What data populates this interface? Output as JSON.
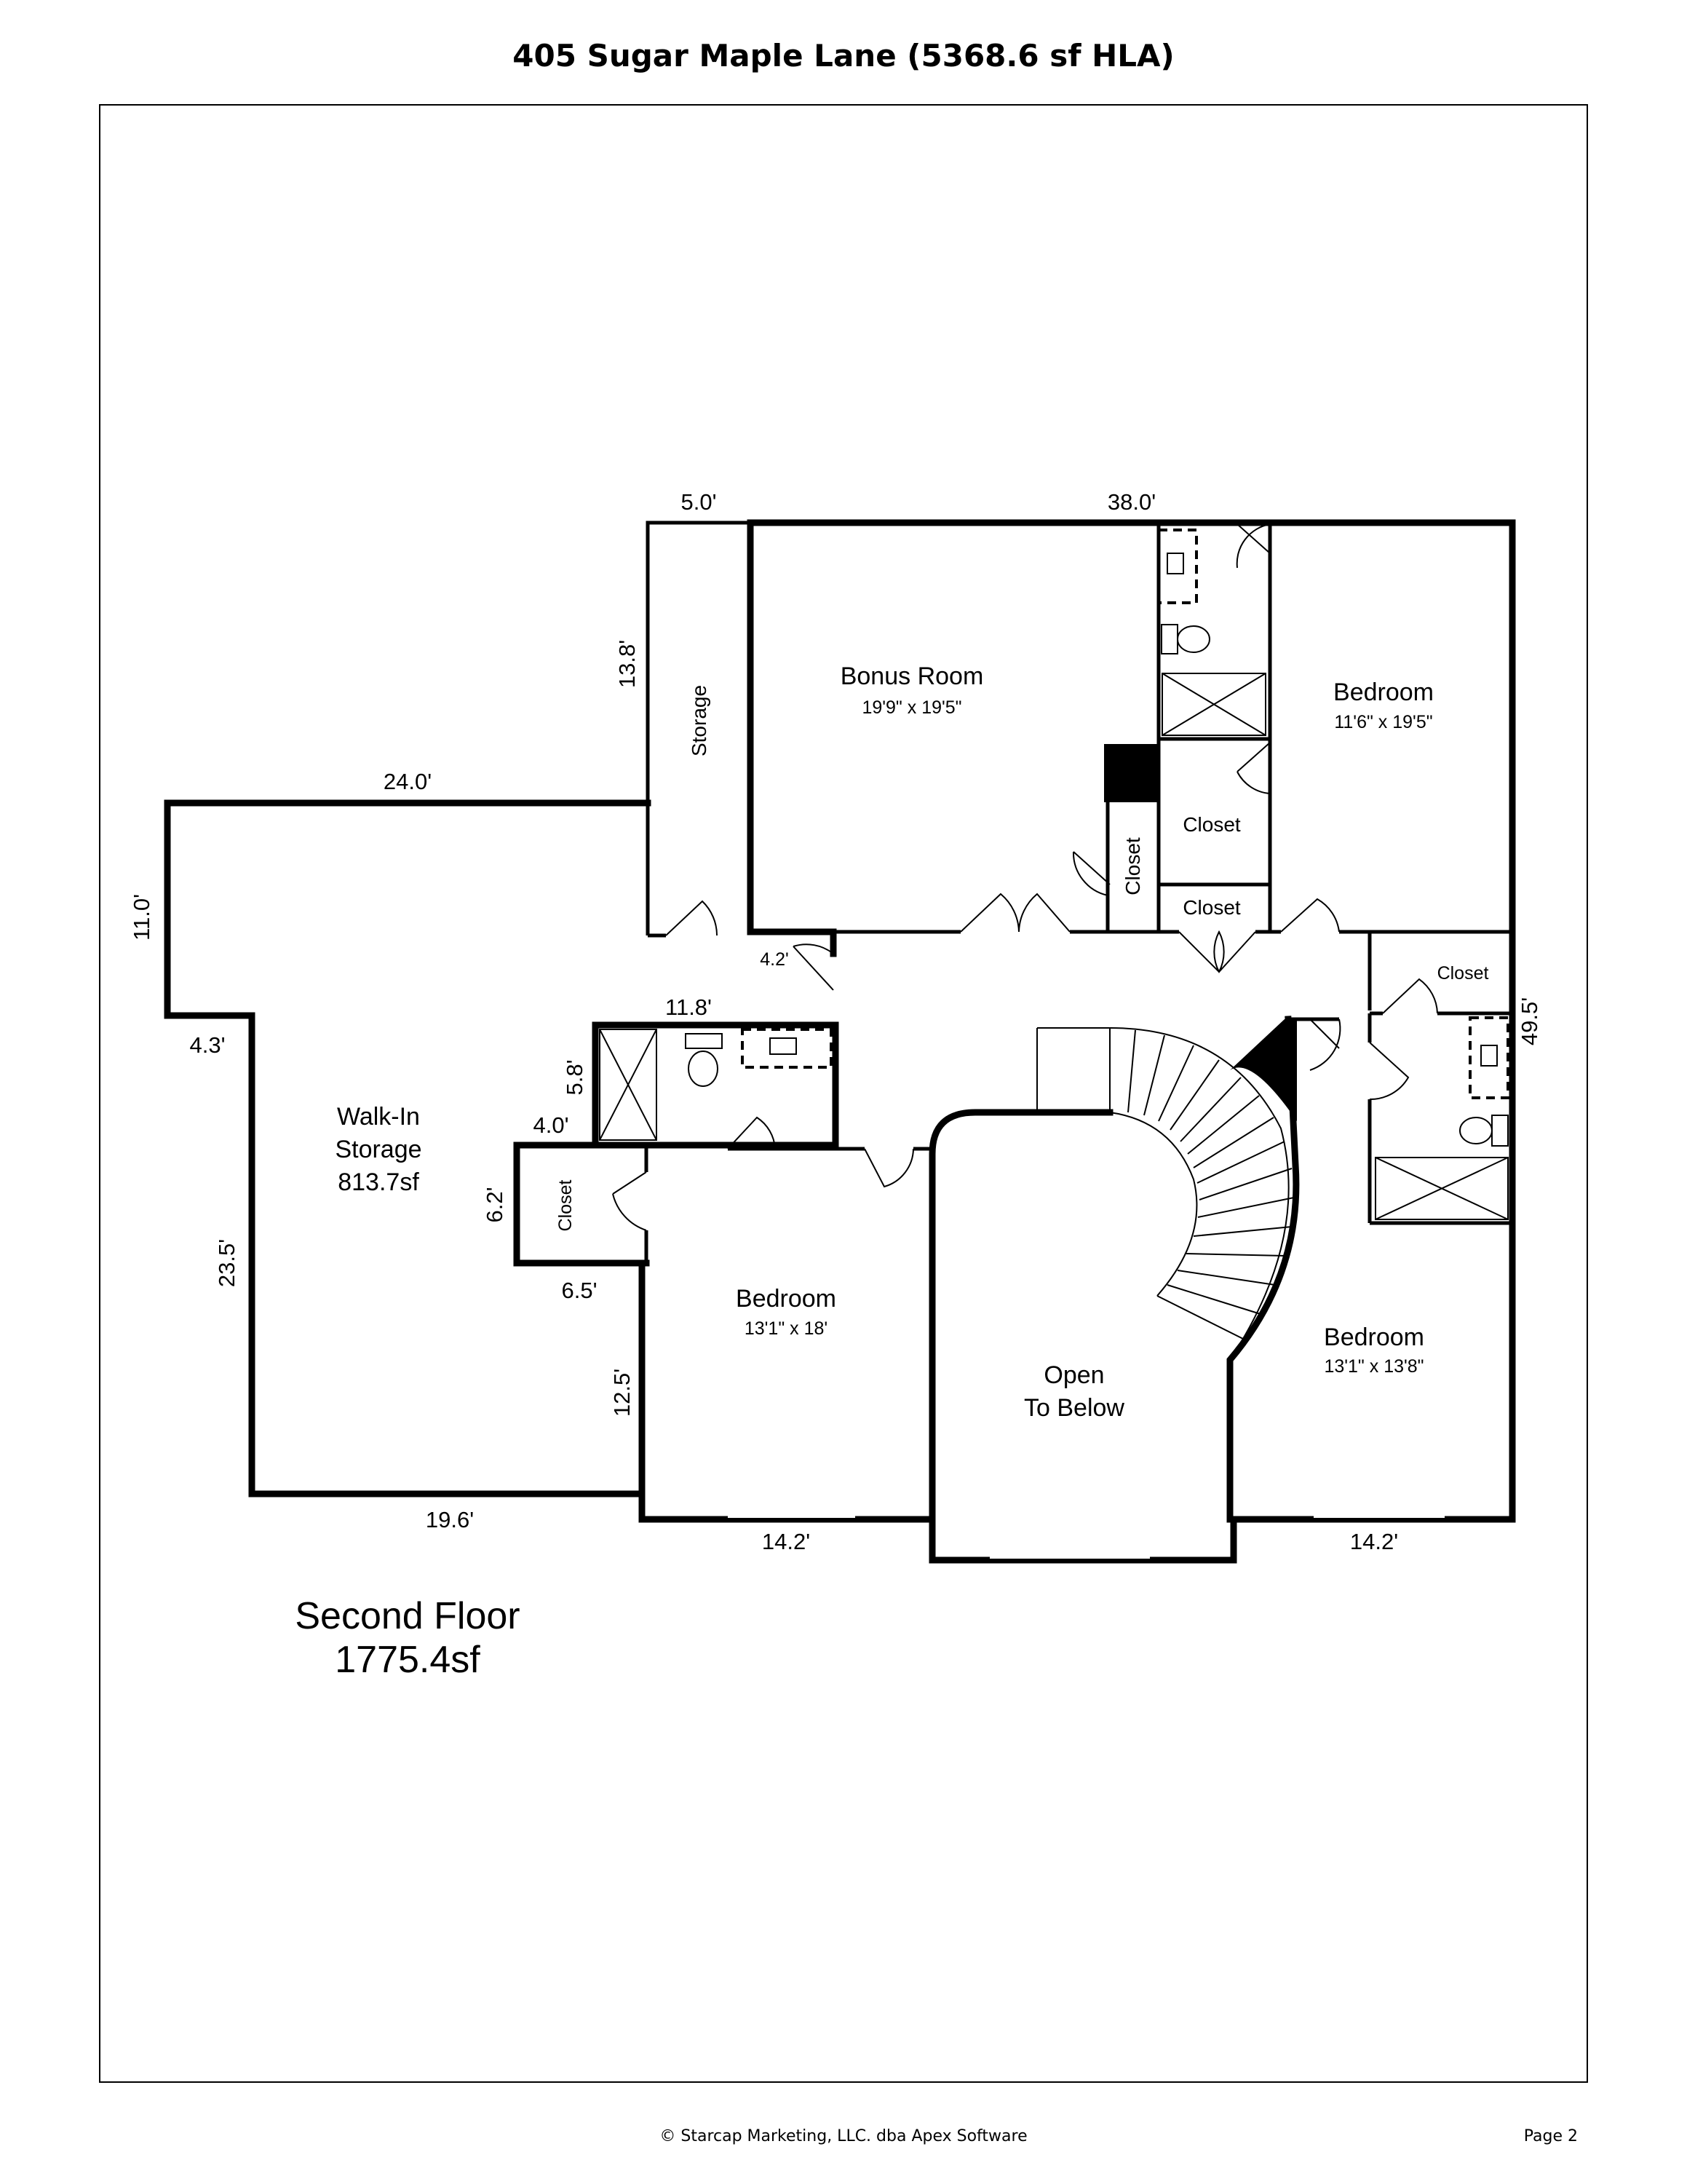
{
  "title": "405 Sugar Maple Lane (5368.6 sf HLA)",
  "floor": {
    "name": "Second Floor",
    "area": "1775.4sf"
  },
  "rooms": {
    "bonus_room": {
      "name": "Bonus Room",
      "size": "19'9\" x 19'5\""
    },
    "bedroom_ne": {
      "name": "Bedroom",
      "size": "11'6\" x 19'5\""
    },
    "bedroom_center": {
      "name": "Bedroom",
      "size": "13'1\" x 18'"
    },
    "bedroom_se": {
      "name": "Bedroom",
      "size": "13'1\" x 13'8\""
    },
    "walk_in_storage": {
      "name": "Walk-In",
      "line2": "Storage",
      "area": "813.7sf"
    },
    "storage": {
      "name": "Storage"
    },
    "open_to_below": {
      "line1": "Open",
      "line2": "To Below"
    },
    "closets": [
      "Closet",
      "Closet",
      "Closet",
      "Closet",
      "Closet"
    ]
  },
  "dimensions": {
    "top_storage": "5.0'",
    "top_overall": "38.0'",
    "storage_height": "13.8'",
    "walkin_top": "24.0'",
    "walkin_left_upper": "11.0'",
    "walkin_step": "4.3'",
    "walkin_left_lower": "23.5'",
    "walkin_bottom": "19.6'",
    "hall_jog": "4.2'",
    "bath_width": "11.8'",
    "bath_height": "5.8'",
    "bath_step": "4.0'",
    "closet_height": "6.2'",
    "closet_width": "6.5'",
    "bedroom_left": "12.5'",
    "bedroom_center_bottom": "14.2'",
    "bedroom_se_bottom": "14.2'",
    "right_overall": "49.5'"
  },
  "footer": {
    "copyright": "© Starcap Marketing, LLC. dba Apex Software",
    "page": "Page 2"
  }
}
